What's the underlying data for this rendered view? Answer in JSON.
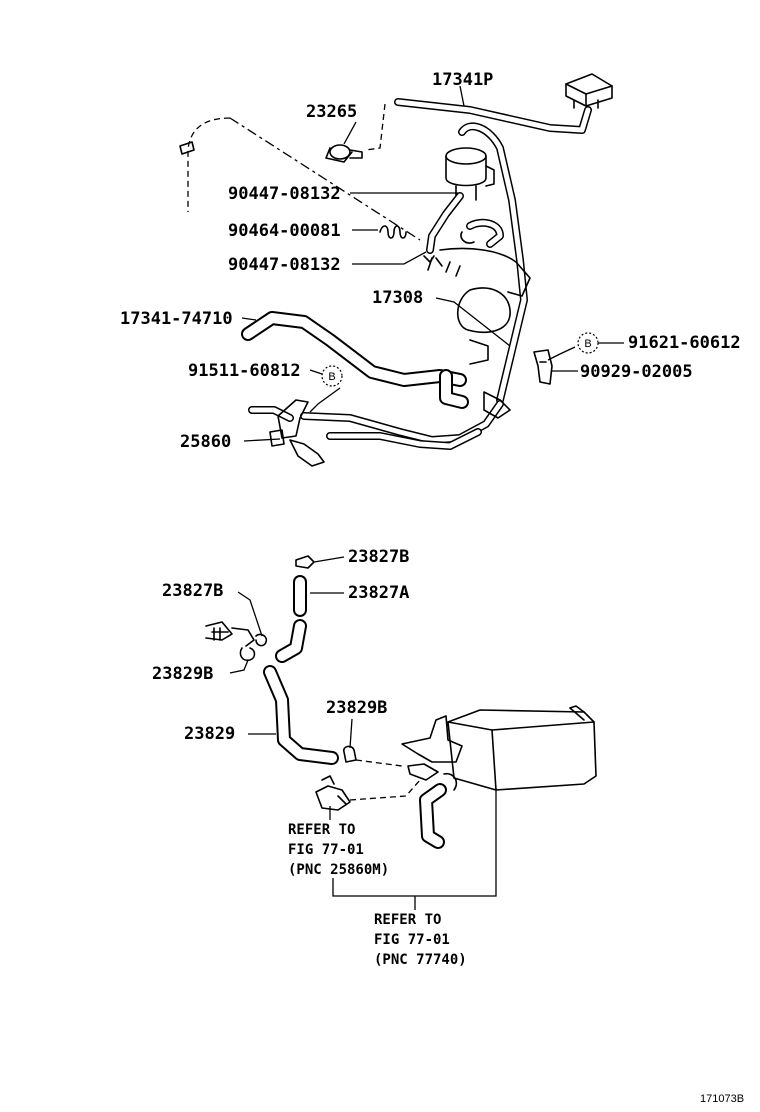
{
  "labels": {
    "p17341P": "17341P",
    "p23265": "23265",
    "p90447a": "90447-08132",
    "p90464": "90464-00081",
    "p90447b": "90447-08132",
    "p17308": "17308",
    "p17341_74710": "17341-74710",
    "p91621": "91621-60612",
    "p90929": "90929-02005",
    "p91511": "91511-60812",
    "p25860": "25860",
    "p23827B_top": "23827B",
    "p23827A": "23827A",
    "p23827B_left": "23827B",
    "p23829B_left": "23829B",
    "p23829B_mid": "23829B",
    "p23829": "23829"
  },
  "callouts": {
    "B1": "B",
    "B2": "B"
  },
  "references": {
    "ref1": {
      "line1": "REFER TO",
      "line2": "FIG 77-01",
      "line3": "(PNC 25860M)"
    },
    "ref2": {
      "line1": "REFER TO",
      "line2": "FIG 77-01",
      "line3": "(PNC 77740)"
    }
  },
  "diagram_code": "171073B"
}
